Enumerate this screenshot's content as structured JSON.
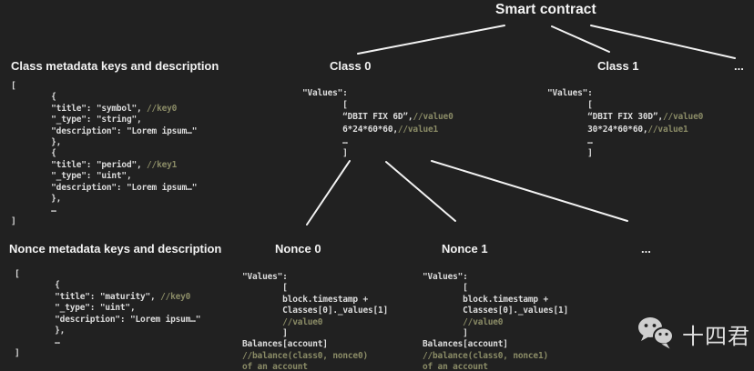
{
  "title": "Smart contract",
  "colors": {
    "background": "#212121",
    "heading": "#f2f2f2",
    "code": "#dcdcdc",
    "comment": "#8a8b66",
    "connector": "#f2f2f2",
    "watermark": "#cfcfcf"
  },
  "sections": {
    "class_meta": {
      "heading": "Class metadata keys and description",
      "code": [
        [
          [
            "[",
            "code"
          ]
        ],
        [
          [
            "        {",
            "code"
          ]
        ],
        [
          [
            "        \"title\": \"symbol\", ",
            "code"
          ],
          [
            "//key0",
            "comment"
          ]
        ],
        [
          [
            "        \"_type\": \"string\",",
            "code"
          ]
        ],
        [
          [
            "        \"description\": \"Lorem ipsum…\"",
            "code"
          ]
        ],
        [
          [
            "        },",
            "code"
          ]
        ],
        [
          [
            "        {",
            "code"
          ]
        ],
        [
          [
            "        \"title\": \"period\", ",
            "code"
          ],
          [
            "//key1",
            "comment"
          ]
        ],
        [
          [
            "        \"_type\": \"uint\",",
            "code"
          ]
        ],
        [
          [
            "        \"description\": \"Lorem ipsum…\"",
            "code"
          ]
        ],
        [
          [
            "        },",
            "code"
          ]
        ],
        [
          [
            "        …",
            "code"
          ]
        ],
        [
          [
            "]",
            "code"
          ]
        ]
      ]
    },
    "nonce_meta": {
      "heading": "Nonce metadata keys and description",
      "code": [
        [
          [
            "[",
            "code"
          ]
        ],
        [
          [
            "        {",
            "code"
          ]
        ],
        [
          [
            "        \"title\": \"maturity\", ",
            "code"
          ],
          [
            "//key0",
            "comment"
          ]
        ],
        [
          [
            "        \"_type\": \"uint\",",
            "code"
          ]
        ],
        [
          [
            "        \"description\": \"Lorem ipsum…\"",
            "code"
          ]
        ],
        [
          [
            "        },",
            "code"
          ]
        ],
        [
          [
            "        …",
            "code"
          ]
        ],
        [
          [
            "]",
            "code"
          ]
        ]
      ]
    },
    "class0": {
      "heading": "Class 0",
      "code": [
        [
          [
            "\"Values\":",
            "code"
          ]
        ],
        [
          [
            "        [",
            "code"
          ]
        ],
        [
          [
            "        “DBIT FIX 6D”,",
            "code"
          ],
          [
            "//value0",
            "comment"
          ]
        ],
        [
          [
            "        6*24*60*60,",
            "code"
          ],
          [
            "//value1",
            "comment"
          ]
        ],
        [
          [
            "        …",
            "code"
          ]
        ],
        [
          [
            "        ]",
            "code"
          ]
        ]
      ]
    },
    "class1": {
      "heading": "Class 1",
      "code": [
        [
          [
            "\"Values\":",
            "code"
          ]
        ],
        [
          [
            "        [",
            "code"
          ]
        ],
        [
          [
            "        “DBIT FIX 30D”,",
            "code"
          ],
          [
            "//value0",
            "comment"
          ]
        ],
        [
          [
            "        30*24*60*60,",
            "code"
          ],
          [
            "//value1",
            "comment"
          ]
        ],
        [
          [
            "        …",
            "code"
          ]
        ],
        [
          [
            "        ]",
            "code"
          ]
        ]
      ]
    },
    "classes_more": "...",
    "nonce0": {
      "heading": "Nonce 0",
      "code": [
        [
          [
            "\"Values\":",
            "code"
          ]
        ],
        [
          [
            "        [",
            "code"
          ]
        ],
        [
          [
            "        block.timestamp +",
            "code"
          ]
        ],
        [
          [
            "        Classes[0]._values[1]",
            "code"
          ]
        ],
        [
          [
            "        ",
            "code"
          ],
          [
            "//value0",
            "comment"
          ]
        ],
        [
          [
            "        ]",
            "code"
          ]
        ],
        [
          [
            "Balances[account]",
            "code"
          ]
        ],
        [
          [
            "//balance(class0, nonce0)",
            "comment"
          ]
        ],
        [
          [
            "of an account",
            "comment"
          ]
        ]
      ]
    },
    "nonce1": {
      "heading": "Nonce 1",
      "code": [
        [
          [
            "\"Values\":",
            "code"
          ]
        ],
        [
          [
            "        [",
            "code"
          ]
        ],
        [
          [
            "        block.timestamp +",
            "code"
          ]
        ],
        [
          [
            "        Classes[0]._values[1]",
            "code"
          ]
        ],
        [
          [
            "        ",
            "code"
          ],
          [
            "//value0",
            "comment"
          ]
        ],
        [
          [
            "        ]",
            "code"
          ]
        ],
        [
          [
            "Balances[account]",
            "code"
          ]
        ],
        [
          [
            "//balance(class0, nonce1)",
            "comment"
          ]
        ],
        [
          [
            "of an account",
            "comment"
          ]
        ]
      ]
    },
    "nonces_more": "..."
  },
  "watermark": {
    "icon": "wechat-icon",
    "text": "十四君"
  }
}
